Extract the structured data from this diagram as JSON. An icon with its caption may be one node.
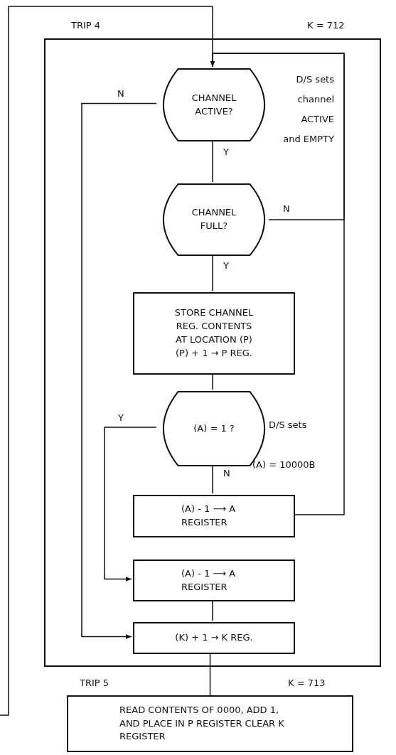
{
  "diagram": {
    "nodes": [
      {
        "text": [],
        "shape": "box"
      },
      {
        "text": [
          "CHANNEL ACTIVE?"
        ],
        "in": 0
      },
      {
        "text": [
          "CHANNEL FULL?"
        ],
        "in": 0
      },
      {
        "text": [
          "STORE CHANNEL REG. CONTENTS AT LOCATION (P) (P) + 1 → P REG."
        ],
        "in": 0
      },
      {
        "text": [
          "(A) = 1 ?"
        ],
        "in": 0
      },
      {
        "text": [
          "(A) - 1 ⟶ A REGISTER"
        ],
        "in": 0
      },
      {
        "text": [
          "(A) - 1 ⟶ A REGISTER"
        ],
        "in": 0
      },
      {
        "text": [
          "(K) + 1 → K REG."
        ],
        "in": 0
      },
      {
        "text": [
          "READ CONTENTS OF 0000, ADD 1, AND PLACE IN P REGISTER CLEAR K REGISTER"
        ]
      }
    ],
    "edges": [
      {
        "from": null,
        "to": 1,
        "arrow": "none"
      },
      {
        "from": 5,
        "to": 1,
        "arrow": "to"
      },
      {
        "from": 2,
        "to": 1,
        "label": "N",
        "arrow": "to"
      },
      {
        "from": 1,
        "to": 2,
        "label": "Y",
        "arrow": "none"
      },
      {
        "from": 2,
        "to": 3,
        "label": "Y",
        "arrow": "none"
      },
      {
        "from": 3,
        "to": 4,
        "arrow": "none"
      },
      {
        "from": 4,
        "to": 5,
        "label": "N",
        "arrow": "none"
      },
      {
        "from": 4,
        "to": 6,
        "label": "Y",
        "arrow": "to"
      },
      {
        "from": 1,
        "to": 7,
        "label": "N",
        "arrow": "to"
      },
      {
        "from": 6,
        "to": 7,
        "arrow": "none"
      },
      {
        "from": 7,
        "to": 8,
        "arrow": "none"
      }
    ],
    "labels": [
      "TRIP 4",
      "K = 712",
      "D/S sets channel ACTIVE and EMPTY",
      "D/S sets",
      "(A) = 10000B",
      "TRIP 5",
      "K = 713"
    ]
  }
}
